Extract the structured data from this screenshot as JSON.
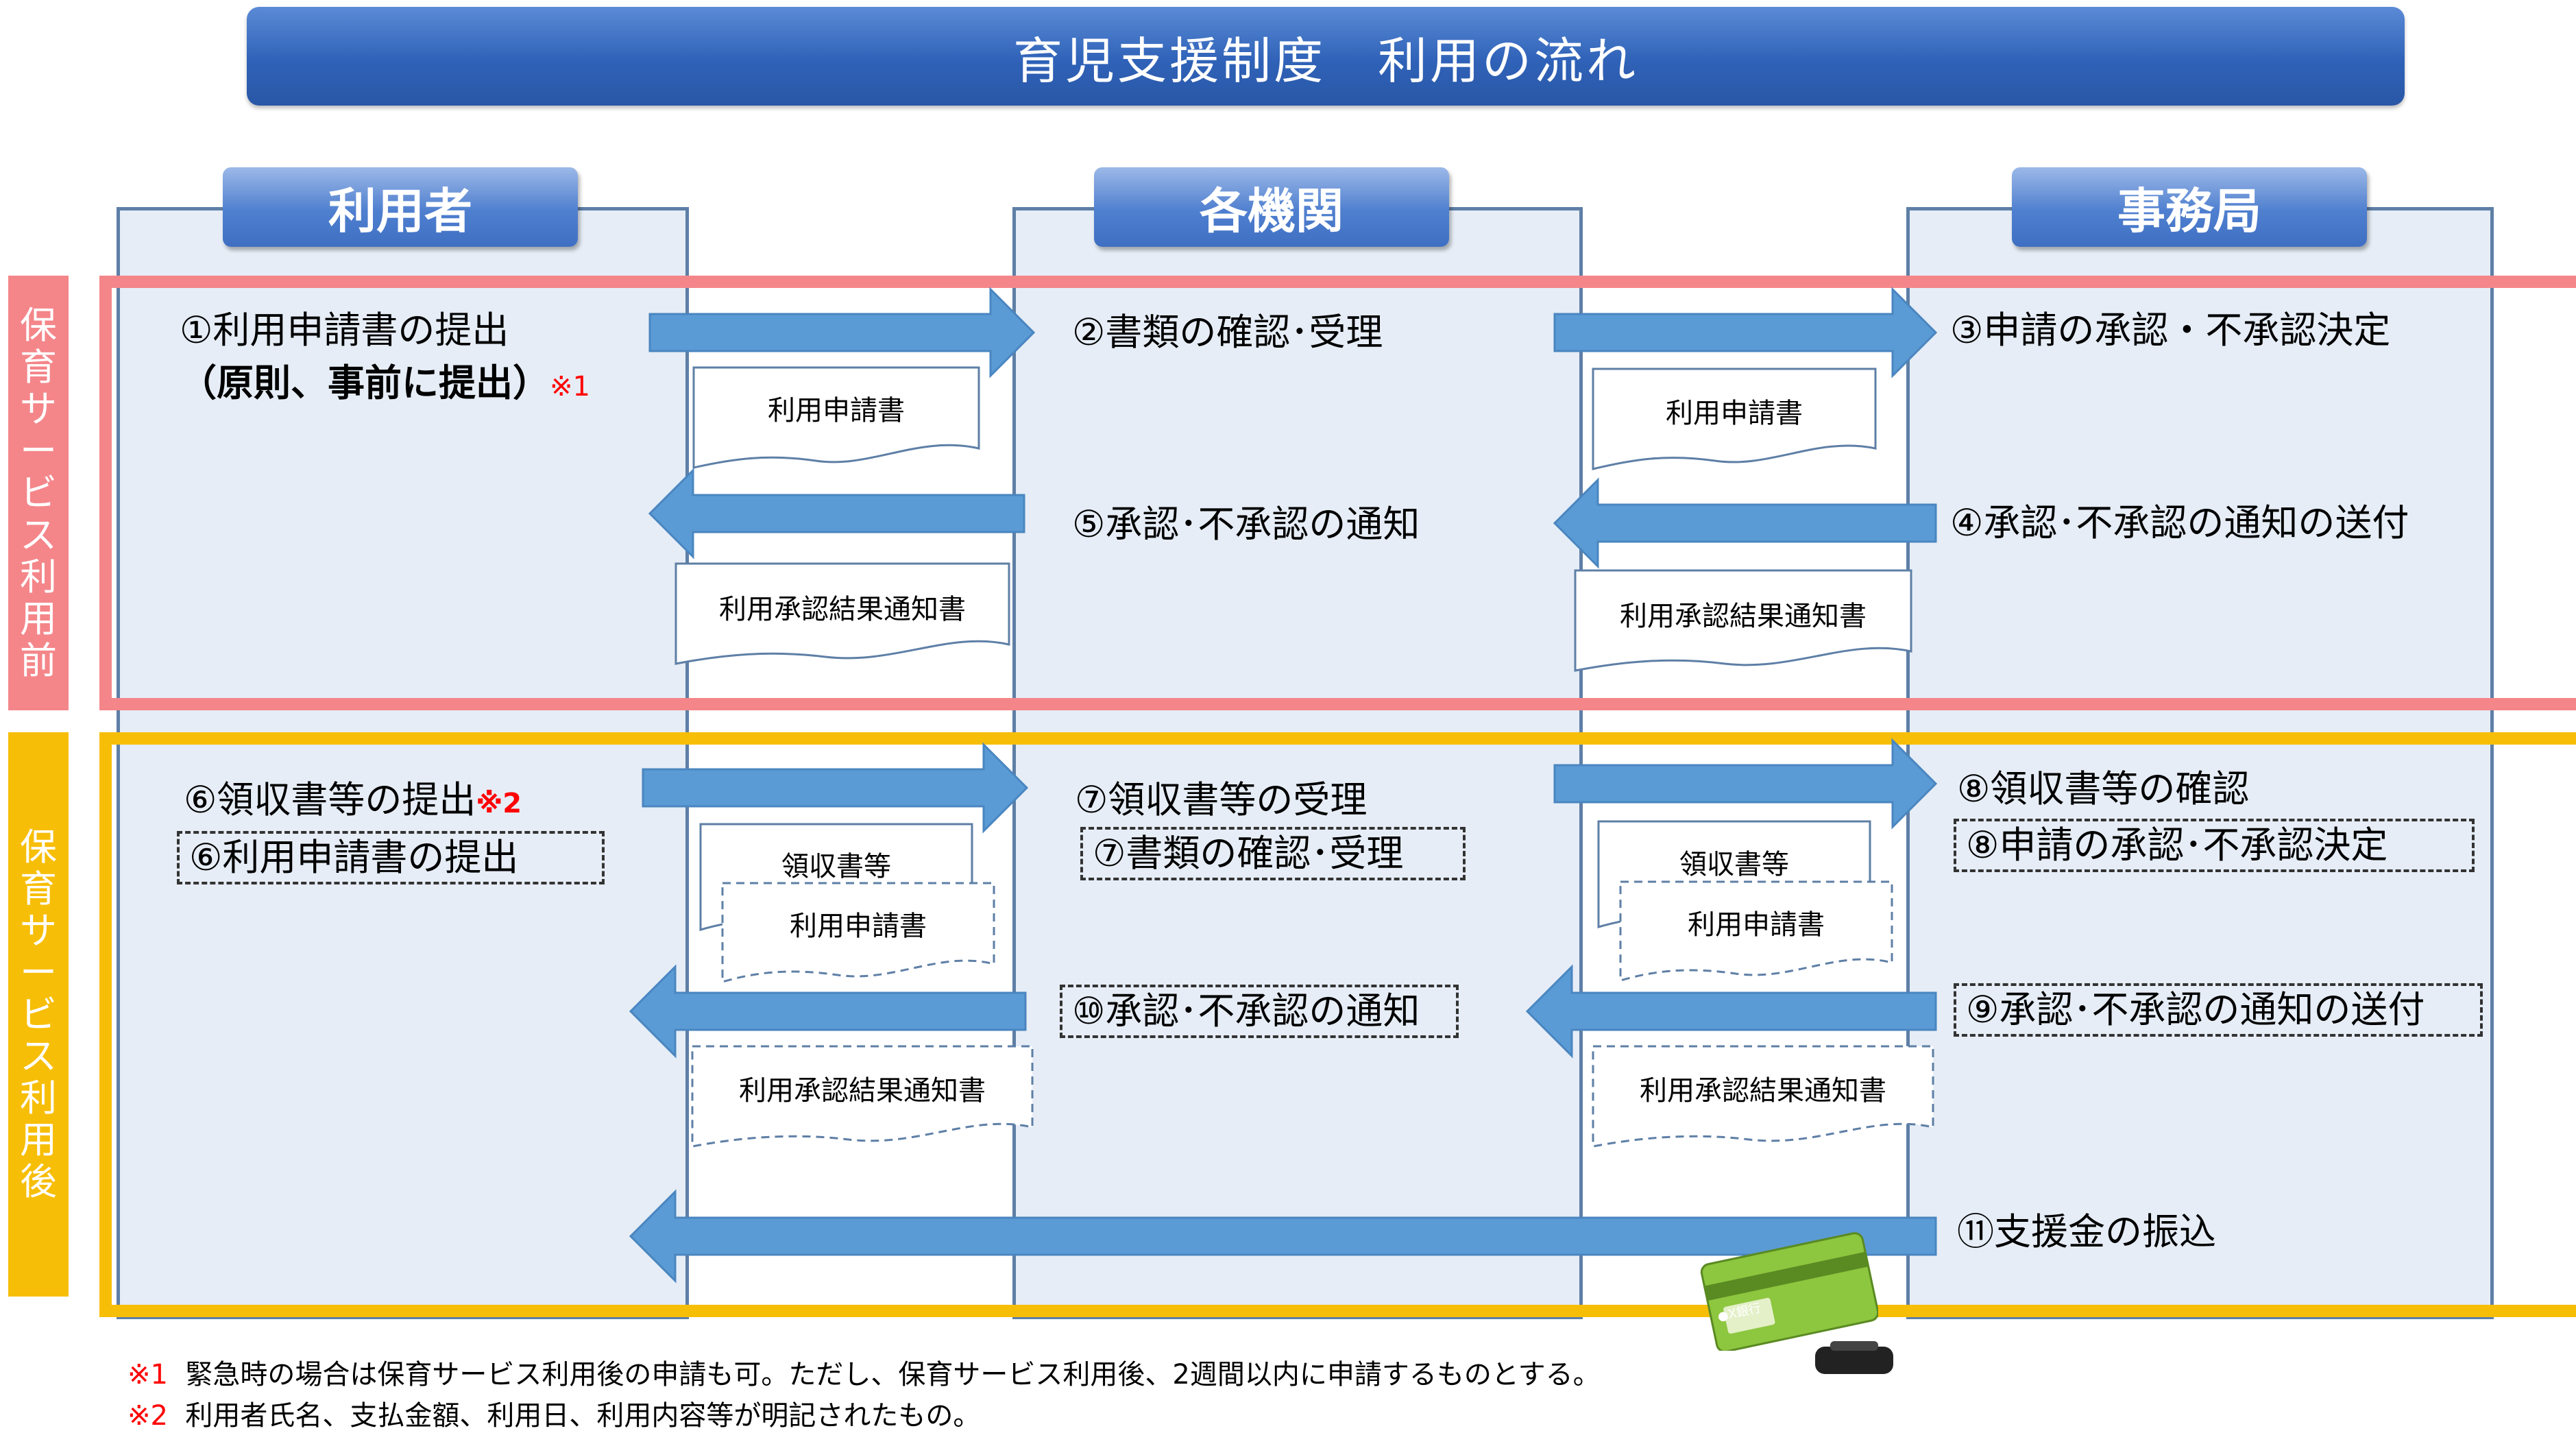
{
  "title": "育児支援制度　利用の流れ",
  "columns": {
    "user": "利用者",
    "agency": "各機関",
    "office": "事務局"
  },
  "phases": {
    "pre": [
      "保",
      "育",
      "サ",
      "ー",
      "ビ",
      "ス",
      "利",
      "用",
      "前"
    ],
    "post": [
      "保",
      "育",
      "サ",
      "ー",
      "ビ",
      "ス",
      "利",
      "用",
      "後"
    ]
  },
  "steps": {
    "s1": "①利用申請書の提出",
    "s1b": "（原則、事前に提出）",
    "s1_mark": "※1",
    "s2": "②書類の確認･受理",
    "s3": "③申請の承認・不承認決定",
    "s4": "④承認･不承認の通知の送付",
    "s5": "⑤承認･不承認の通知",
    "s6": "⑥領収書等の提出",
    "s6_mark": "※2",
    "s6b": "⑥利用申請書の提出",
    "s7": "⑦領収書等の受理",
    "s7b": "⑦書類の確認･受理",
    "s8": "⑧領収書等の確認",
    "s8b": "⑧申請の承認･不承認決定",
    "s9": "⑨承認･不承認の通知の送付",
    "s10": "⑩承認･不承認の通知",
    "s11": "⑪支援金の振込"
  },
  "docs": {
    "application": "利用申請書",
    "result": "利用承認結果通知書",
    "receipt": "領収書等",
    "bank": "●X銀行"
  },
  "notes": {
    "n1_mark": "※1",
    "n1": "緊急時の場合は保育サービス利用後の申請も可。ただし、保育サービス利用後、2週間以内に申請するものとする。",
    "n2_mark": "※2",
    "n2": "利用者氏名、支払金額、利用日、利用内容等が明記されたもの。"
  },
  "colors": {
    "banner": "#2f62b8",
    "column_fill": "#e6edf6",
    "column_border": "#5e7fa6",
    "arrow": "#5b9bd5",
    "pre_phase": "#f4868a",
    "post_phase": "#f7be07",
    "card": "#8dc63f",
    "note_mark": "#ff0000"
  }
}
